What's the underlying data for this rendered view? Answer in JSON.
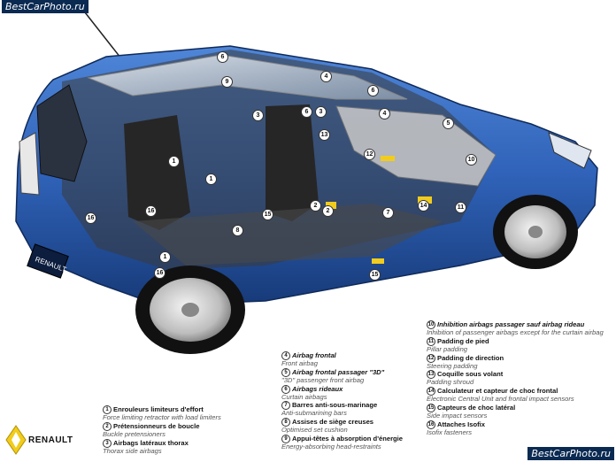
{
  "watermark": {
    "top_left": "BestCarPhoto.ru",
    "bottom_right": "BestCarPhoto.ru"
  },
  "brand": {
    "name": "RENAULT",
    "plate_text": "RENAULT"
  },
  "colors": {
    "body": "#2f62b8",
    "body_dark": "#1a3d7a",
    "airbag": "#d9d9d9",
    "yellow": "#f1cc1c"
  },
  "legend": [
    {
      "n": "1",
      "fr": "Enrouleurs limiteurs d'effort",
      "en": "Force limiting retractor with load limiters"
    },
    {
      "n": "2",
      "fr": "Prétensionneurs de boucle",
      "en": "Buckle pretensioners"
    },
    {
      "n": "3",
      "fr": "Airbags latéraux thorax",
      "en": "Thorax side airbags"
    },
    {
      "n": "4",
      "fr": "Airbag frontal",
      "en": "Front airbag"
    },
    {
      "n": "5",
      "fr": "Airbag frontal passager \"3D\"",
      "en": "\"3D\" passenger front airbag"
    },
    {
      "n": "6",
      "fr": "Airbags rideaux",
      "en": "Curtain airbags"
    },
    {
      "n": "7",
      "fr": "Barres anti-sous-marinage",
      "en": "Anti-submarining bars"
    },
    {
      "n": "8",
      "fr": "Assises de siège creuses",
      "en": "Optimised set cushion"
    },
    {
      "n": "9",
      "fr": "Appui-têtes à absorption d'énergie",
      "en": "Energy-absorbing head-restraints"
    },
    {
      "n": "10",
      "fr": "Inhibition airbags passager sauf airbag rideau",
      "en": "Inhibition of passenger airbags except for the curtain airbag"
    },
    {
      "n": "11",
      "fr": "Padding de pied",
      "en": "Pillar padding"
    },
    {
      "n": "12",
      "fr": "Padding de direction",
      "en": "Steering padding"
    },
    {
      "n": "13",
      "fr": "Coquille sous volant",
      "en": "Padding shroud"
    },
    {
      "n": "14",
      "fr": "Calculateur et capteur de choc frontal",
      "en": "Electronic Central Unit and frontal impact sensors"
    },
    {
      "n": "15",
      "fr": "Capteurs de choc latéral",
      "en": "Side impact sensors"
    },
    {
      "n": "16",
      "fr": "Attaches Isofix",
      "en": "Isofix fasteners"
    }
  ],
  "markers": [
    "6",
    "4",
    "9",
    "6",
    "3",
    "3",
    "4",
    "6",
    "5",
    "13",
    "12",
    "10",
    "1",
    "1",
    "16",
    "16",
    "2",
    "2",
    "15",
    "7",
    "14",
    "11",
    "8",
    "1",
    "16",
    "15"
  ]
}
